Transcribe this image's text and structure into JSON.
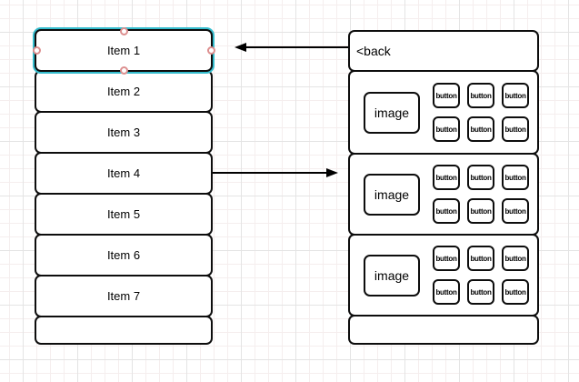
{
  "colors": {
    "shape_border": "#0d0d0d",
    "selection_outline": "#35bccd",
    "handle_stroke": "#dd8f8f",
    "handle_fill": "#ffffff",
    "arrow": "#000000",
    "grid_major": "#e4e4e4",
    "grid_minor": "#f5eeee",
    "background": "#ffffff"
  },
  "list": {
    "items": [
      {
        "label": "Item 1",
        "selected": true
      },
      {
        "label": "Item 2"
      },
      {
        "label": "Item 3"
      },
      {
        "label": "Item 4"
      },
      {
        "label": "Item 5"
      },
      {
        "label": "Item 6"
      },
      {
        "label": "Item 7"
      },
      {
        "label": ""
      }
    ]
  },
  "panel": {
    "back_label": "<back",
    "sections": [
      {
        "image_label": "image",
        "buttons": [
          "button",
          "button",
          "button",
          "button",
          "button",
          "button"
        ]
      },
      {
        "image_label": "image",
        "buttons": [
          "button",
          "button",
          "button",
          "button",
          "button",
          "button"
        ]
      },
      {
        "image_label": "image",
        "buttons": [
          "button",
          "button",
          "button",
          "button",
          "button",
          "button"
        ]
      }
    ],
    "footer_label": ""
  }
}
